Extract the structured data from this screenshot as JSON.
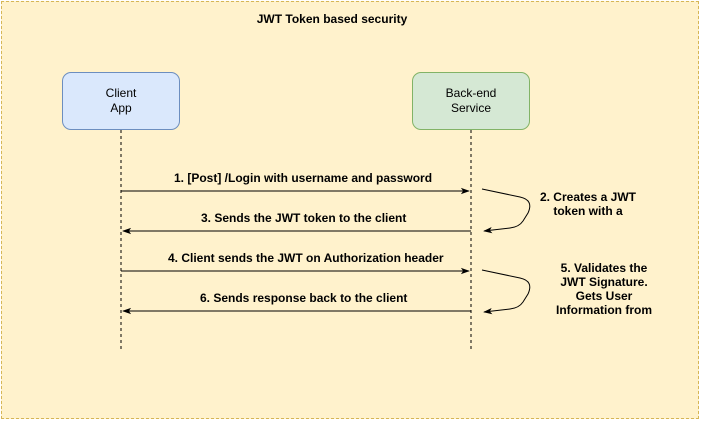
{
  "diagram": {
    "title": "JWT Token based security",
    "participants": {
      "client": [
        "Client",
        "App"
      ],
      "server": [
        "Back-end",
        "Service"
      ]
    },
    "messages": [
      "1. [Post] /Login with username and password",
      "3. Sends the JWT token to the client",
      "4. Client sends the JWT on Authorization header",
      "6. Sends response back to the client"
    ],
    "notes": {
      "step2": [
        "2. Creates a JWT",
        "token with a"
      ],
      "step5": [
        "5. Validates the",
        "JWT Signature.",
        "Gets User",
        "Information from"
      ]
    },
    "colors": {
      "container_fill": "#fff2cc",
      "container_border": "#d6b656",
      "client_fill": "#dae8fc",
      "client_border": "#6c8ebf",
      "server_fill": "#d5e8d4",
      "server_border": "#82b366"
    }
  }
}
